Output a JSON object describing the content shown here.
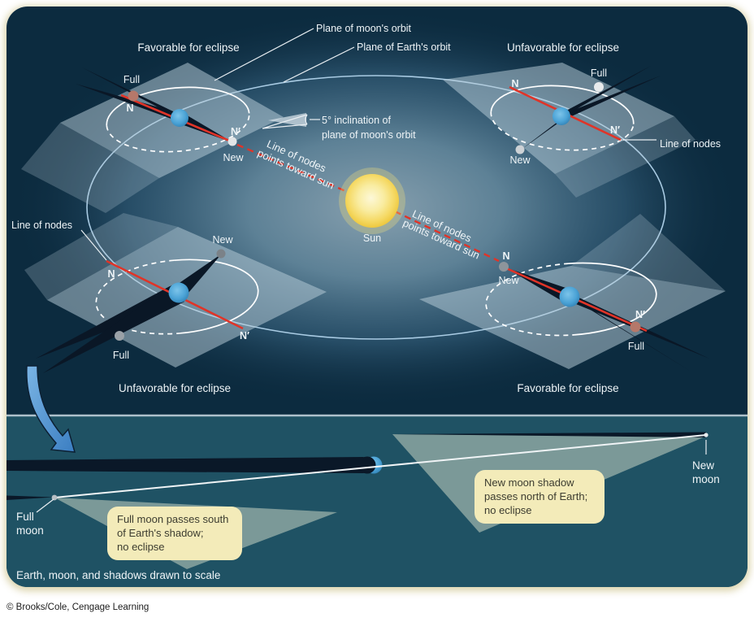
{
  "colors": {
    "panel_top": "#0c2b3f",
    "panel_bottom": "#1f5264",
    "glow_center": "#869fae",
    "orbit_stroke": "#a9cbe3",
    "node_red": "#e03428",
    "earth_blue": "#55aede",
    "shadow_dark": "#0a1726",
    "plane_fill": "#b9cdd8",
    "sun_core": "#fdf8d8",
    "sun_edge": "#eec83e",
    "callout_bg": "#f3ebb9",
    "callout_text": "#3c3c30",
    "arrow_blue": "#4f94d2",
    "moon_red": "#b5786a",
    "moon_gray": "#c9ced2",
    "fan_green": "#c6d4c2"
  },
  "header_labels": {
    "plane_moon_orbit": "Plane of moon's orbit",
    "plane_earth_orbit": "Plane of Earth's orbit",
    "inclination_line1": "5° inclination of",
    "inclination_line2": "plane of moon's orbit"
  },
  "sun": {
    "label": "Sun"
  },
  "line_of_nodes": {
    "left_label": "Line of nodes",
    "right_label": "Line of nodes",
    "toward_sun_line1": "Line of nodes",
    "toward_sun_line2": "points toward sun"
  },
  "configs": {
    "top_left": {
      "caption": "Favorable for eclipse",
      "full": "Full",
      "new": "New",
      "n": "N",
      "n_prime": "N′"
    },
    "top_right": {
      "caption": "Unfavorable for eclipse",
      "full": "Full",
      "new": "New",
      "n": "N",
      "n_prime": "N′"
    },
    "bottom_left": {
      "caption": "Unfavorable for eclipse",
      "full": "Full",
      "new": "New",
      "n": "N",
      "n_prime": "N′"
    },
    "bottom_right": {
      "caption": "Favorable for eclipse",
      "full": "Full",
      "new": "New",
      "n": "N",
      "n_prime": "N′"
    }
  },
  "scale_panel": {
    "full_moon_line1": "Full",
    "full_moon_line2": "moon",
    "new_moon_line1": "New",
    "new_moon_line2": "moon",
    "callout_full": [
      "Full moon passes south",
      "of Earth's shadow;",
      "no eclipse"
    ],
    "callout_new": [
      "New moon shadow",
      "passes north of Earth;",
      "no eclipse"
    ],
    "note": "Earth, moon, and shadows drawn to scale"
  },
  "credit": "© Brooks/Cole, Cengage Learning"
}
